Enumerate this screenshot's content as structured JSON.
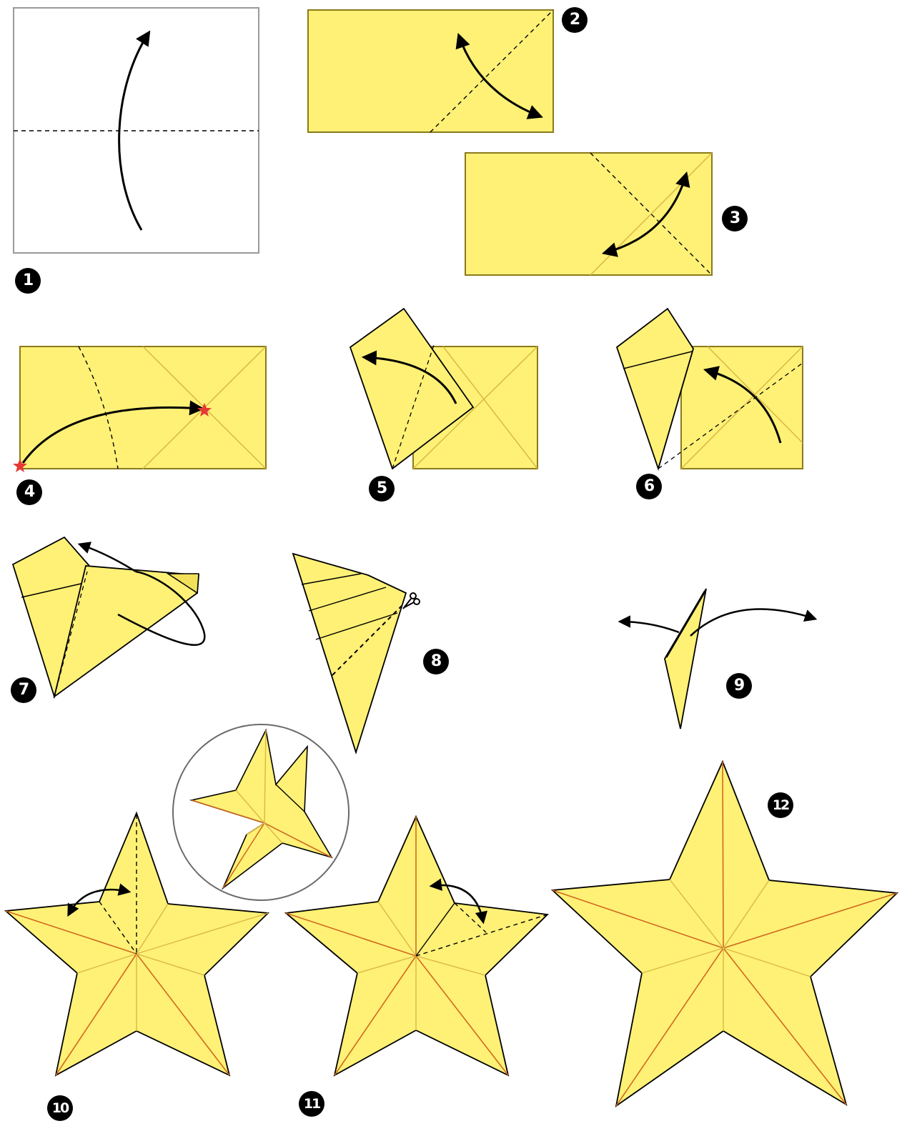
{
  "steps": [
    {
      "number": "1"
    },
    {
      "number": "2"
    },
    {
      "number": "3"
    },
    {
      "number": "4"
    },
    {
      "number": "5"
    },
    {
      "number": "6"
    },
    {
      "number": "7"
    },
    {
      "number": "8"
    },
    {
      "number": "9"
    },
    {
      "number": "10"
    },
    {
      "number": "11"
    },
    {
      "number": "12"
    }
  ],
  "colors": {
    "paper": "#FFF176",
    "paper_edge": "#8A7A1A",
    "crease": "#D9B845",
    "star_crease": "#D2691E",
    "line": "#000000",
    "marker": "#E53935"
  },
  "icons": {
    "fold_arrow": "curved-arrow-icon",
    "target": "red-star-icon",
    "cut": "scissors-icon",
    "zoom": "magnifier-circle-icon"
  }
}
